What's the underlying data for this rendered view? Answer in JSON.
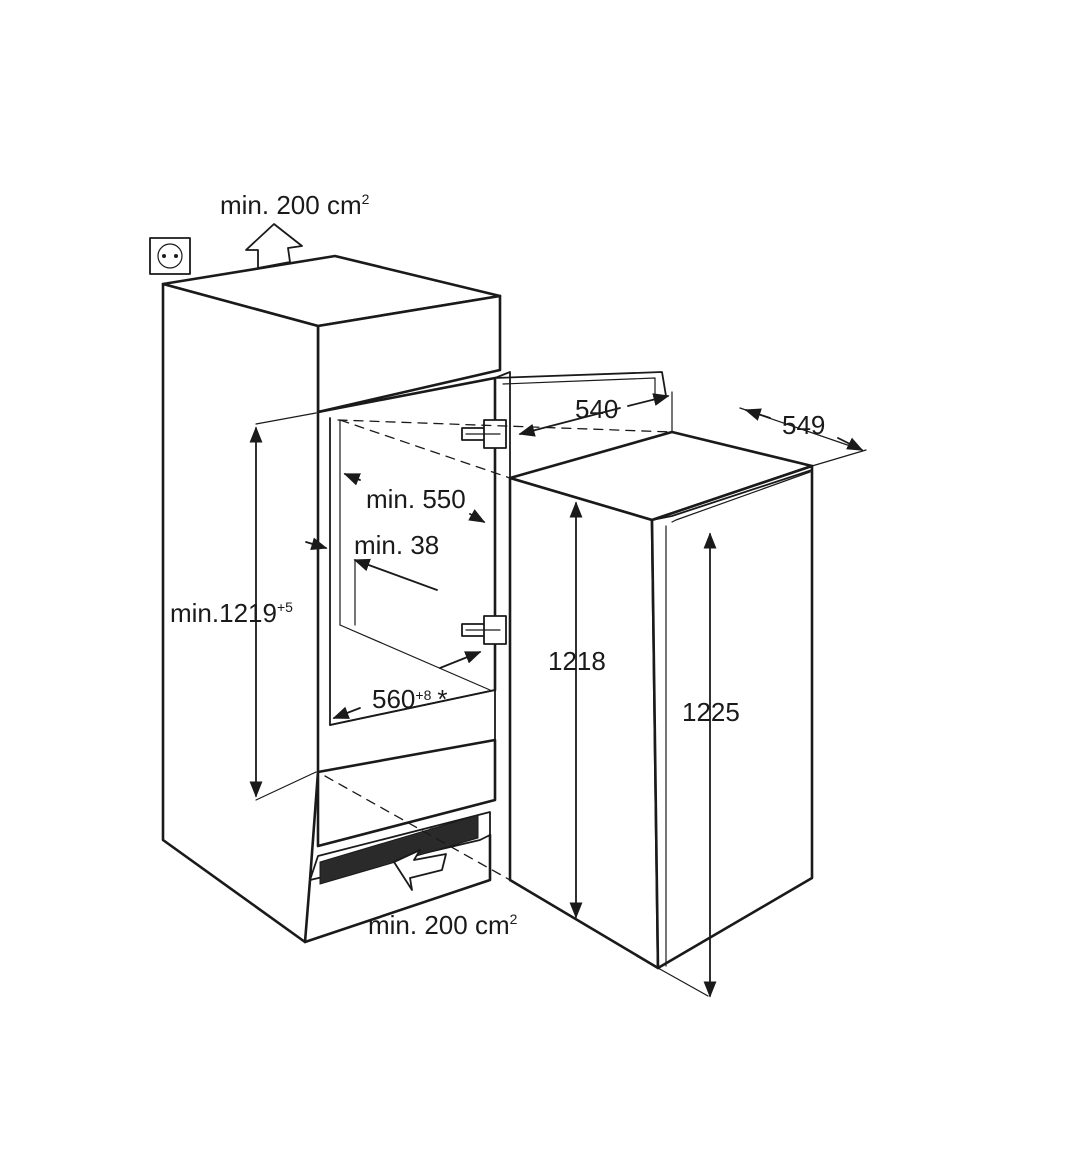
{
  "labels": {
    "vent_top": "min. 200 cm",
    "vent_top_sup": "2",
    "vent_bottom": "min. 200 cm",
    "vent_bottom_sup": "2",
    "niche_depth": "min. 550",
    "min_38": "min. 38",
    "niche_height": "min.1219",
    "niche_height_sup": "+5",
    "niche_width": "560",
    "niche_width_sup": "+8",
    "niche_width_star": "*",
    "appliance_width": "540",
    "appliance_depth": "549",
    "appliance_height_body": "1218",
    "appliance_height_total": "1225"
  }
}
